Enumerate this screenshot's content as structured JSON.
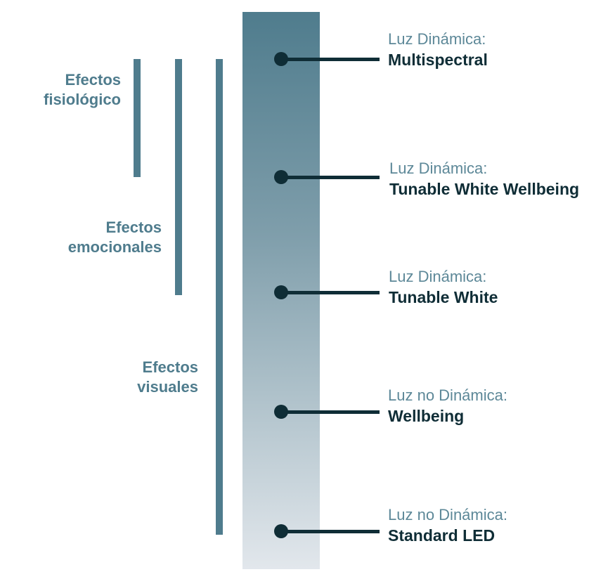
{
  "effects": [
    {
      "id": "fisiologico",
      "line1": "Efectos",
      "line2": "fisiológico"
    },
    {
      "id": "emocionales",
      "line1": "Efectos",
      "line2": "emocionales"
    },
    {
      "id": "visuales",
      "line1": "Efectos",
      "line2": "visuales"
    }
  ],
  "levels": [
    {
      "type": "Luz Dinámica:",
      "name": "Multispectral"
    },
    {
      "type": "Luz Dinámica:",
      "name": "Tunable White Wellbeing"
    },
    {
      "type": "Luz Dinámica:",
      "name": "Tunable White"
    },
    {
      "type": "Luz no Dinámica:",
      "name": "Wellbeing"
    },
    {
      "type": "Luz no Dinámica:",
      "name": "Standard LED"
    }
  ],
  "colors": {
    "accent": "#4f7c8d",
    "dark": "#0f2d36",
    "gradient_top": "#4f7c8d",
    "gradient_bottom": "#e2e7ec"
  }
}
